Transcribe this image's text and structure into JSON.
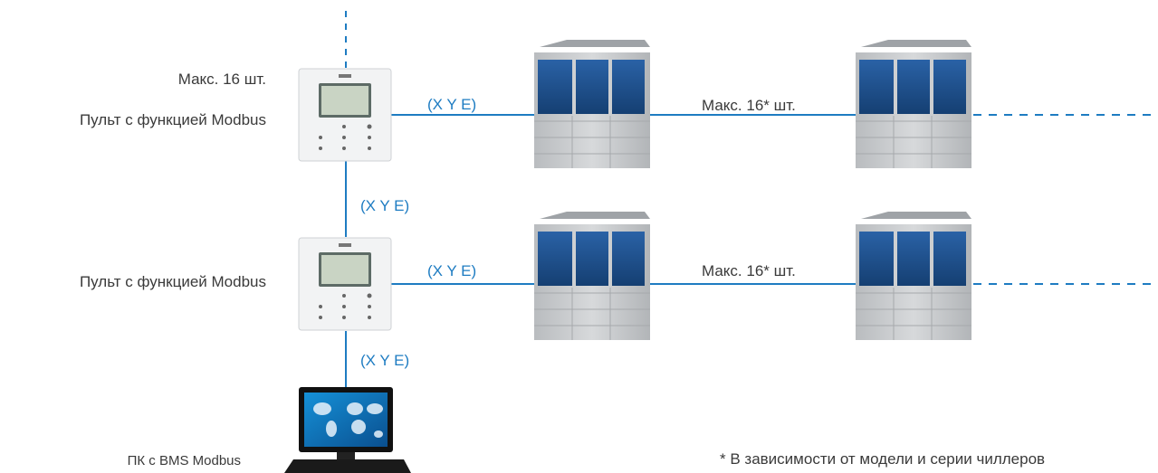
{
  "labels": {
    "max_controllers": "Макс. 16 шт.",
    "controller_1": "Пульт с функцией Modbus",
    "controller_2": "Пульт с функцией Modbus",
    "pc": "ПК с BMS Modbus",
    "bus_1": "(X Y E)",
    "bus_2": "(X Y E)",
    "bus_vertical_1": "(X Y E)",
    "bus_vertical_2": "(X Y E)",
    "max_chillers_1": "Макс. 16* шт.",
    "max_chillers_2": "Макс. 16* шт.",
    "footnote": "* В зависимости от модели и серии чиллеров"
  },
  "colors": {
    "bus_line": "#1e7cc2",
    "chiller_panel": "#1c4f8c",
    "chiller_body": "#c9cbcd",
    "text": "#3a3a3a"
  }
}
